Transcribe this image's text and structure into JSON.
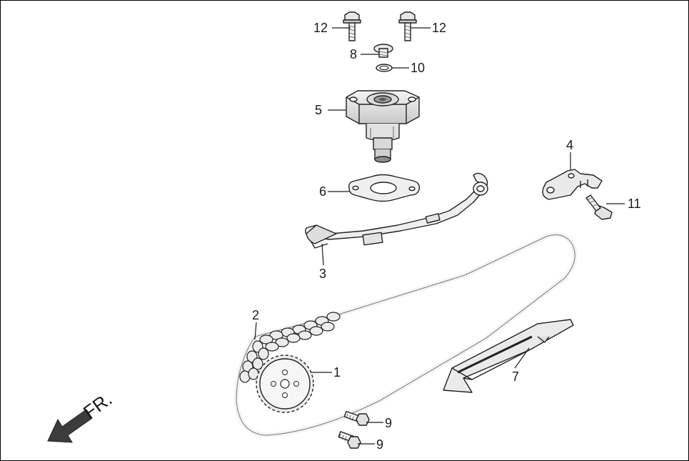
{
  "diagram": {
    "direction_label": "FR.",
    "colors": {
      "outline": "#222222",
      "light_fill": "#efefef",
      "mid_fill": "#d9d9d9",
      "dark_fill": "#8a8a8a",
      "arrow": "#3c3c3c"
    },
    "callouts": [
      {
        "id": "c1",
        "text": "1"
      },
      {
        "id": "c2",
        "text": "2"
      },
      {
        "id": "c3",
        "text": "3"
      },
      {
        "id": "c4",
        "text": "4"
      },
      {
        "id": "c5",
        "text": "5"
      },
      {
        "id": "c6",
        "text": "6"
      },
      {
        "id": "c7",
        "text": "7"
      },
      {
        "id": "c8",
        "text": "8"
      },
      {
        "id": "c9a",
        "text": "9"
      },
      {
        "id": "c9b",
        "text": "9"
      },
      {
        "id": "c10",
        "text": "10"
      },
      {
        "id": "c11",
        "text": "11"
      },
      {
        "id": "c12a",
        "text": "12"
      },
      {
        "id": "c12b",
        "text": "12"
      }
    ]
  }
}
